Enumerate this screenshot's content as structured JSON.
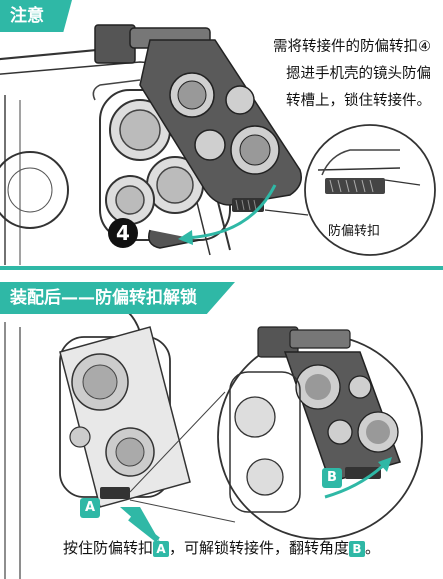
{
  "panel1": {
    "banner": "注意",
    "instruction_lines": [
      "需将转接件的防偏转扣④",
      "摁进手机壳的镜头防偏",
      "转槽上，锁住转接件。"
    ],
    "callout_label": "防偏转扣",
    "step_number": "4"
  },
  "panel2": {
    "banner": "装配后——防偏转扣解锁",
    "label_a": "A",
    "label_b": "B",
    "caption": {
      "part1": "按住防偏转扣",
      "badge_a": "A",
      "part2": "，可解锁转接件，翻转角度",
      "badge_b": "B",
      "part3": "。"
    }
  },
  "colors": {
    "accent": "#2fb8a6",
    "line": "#3a3a3a",
    "plate": "#5a5a5a"
  }
}
